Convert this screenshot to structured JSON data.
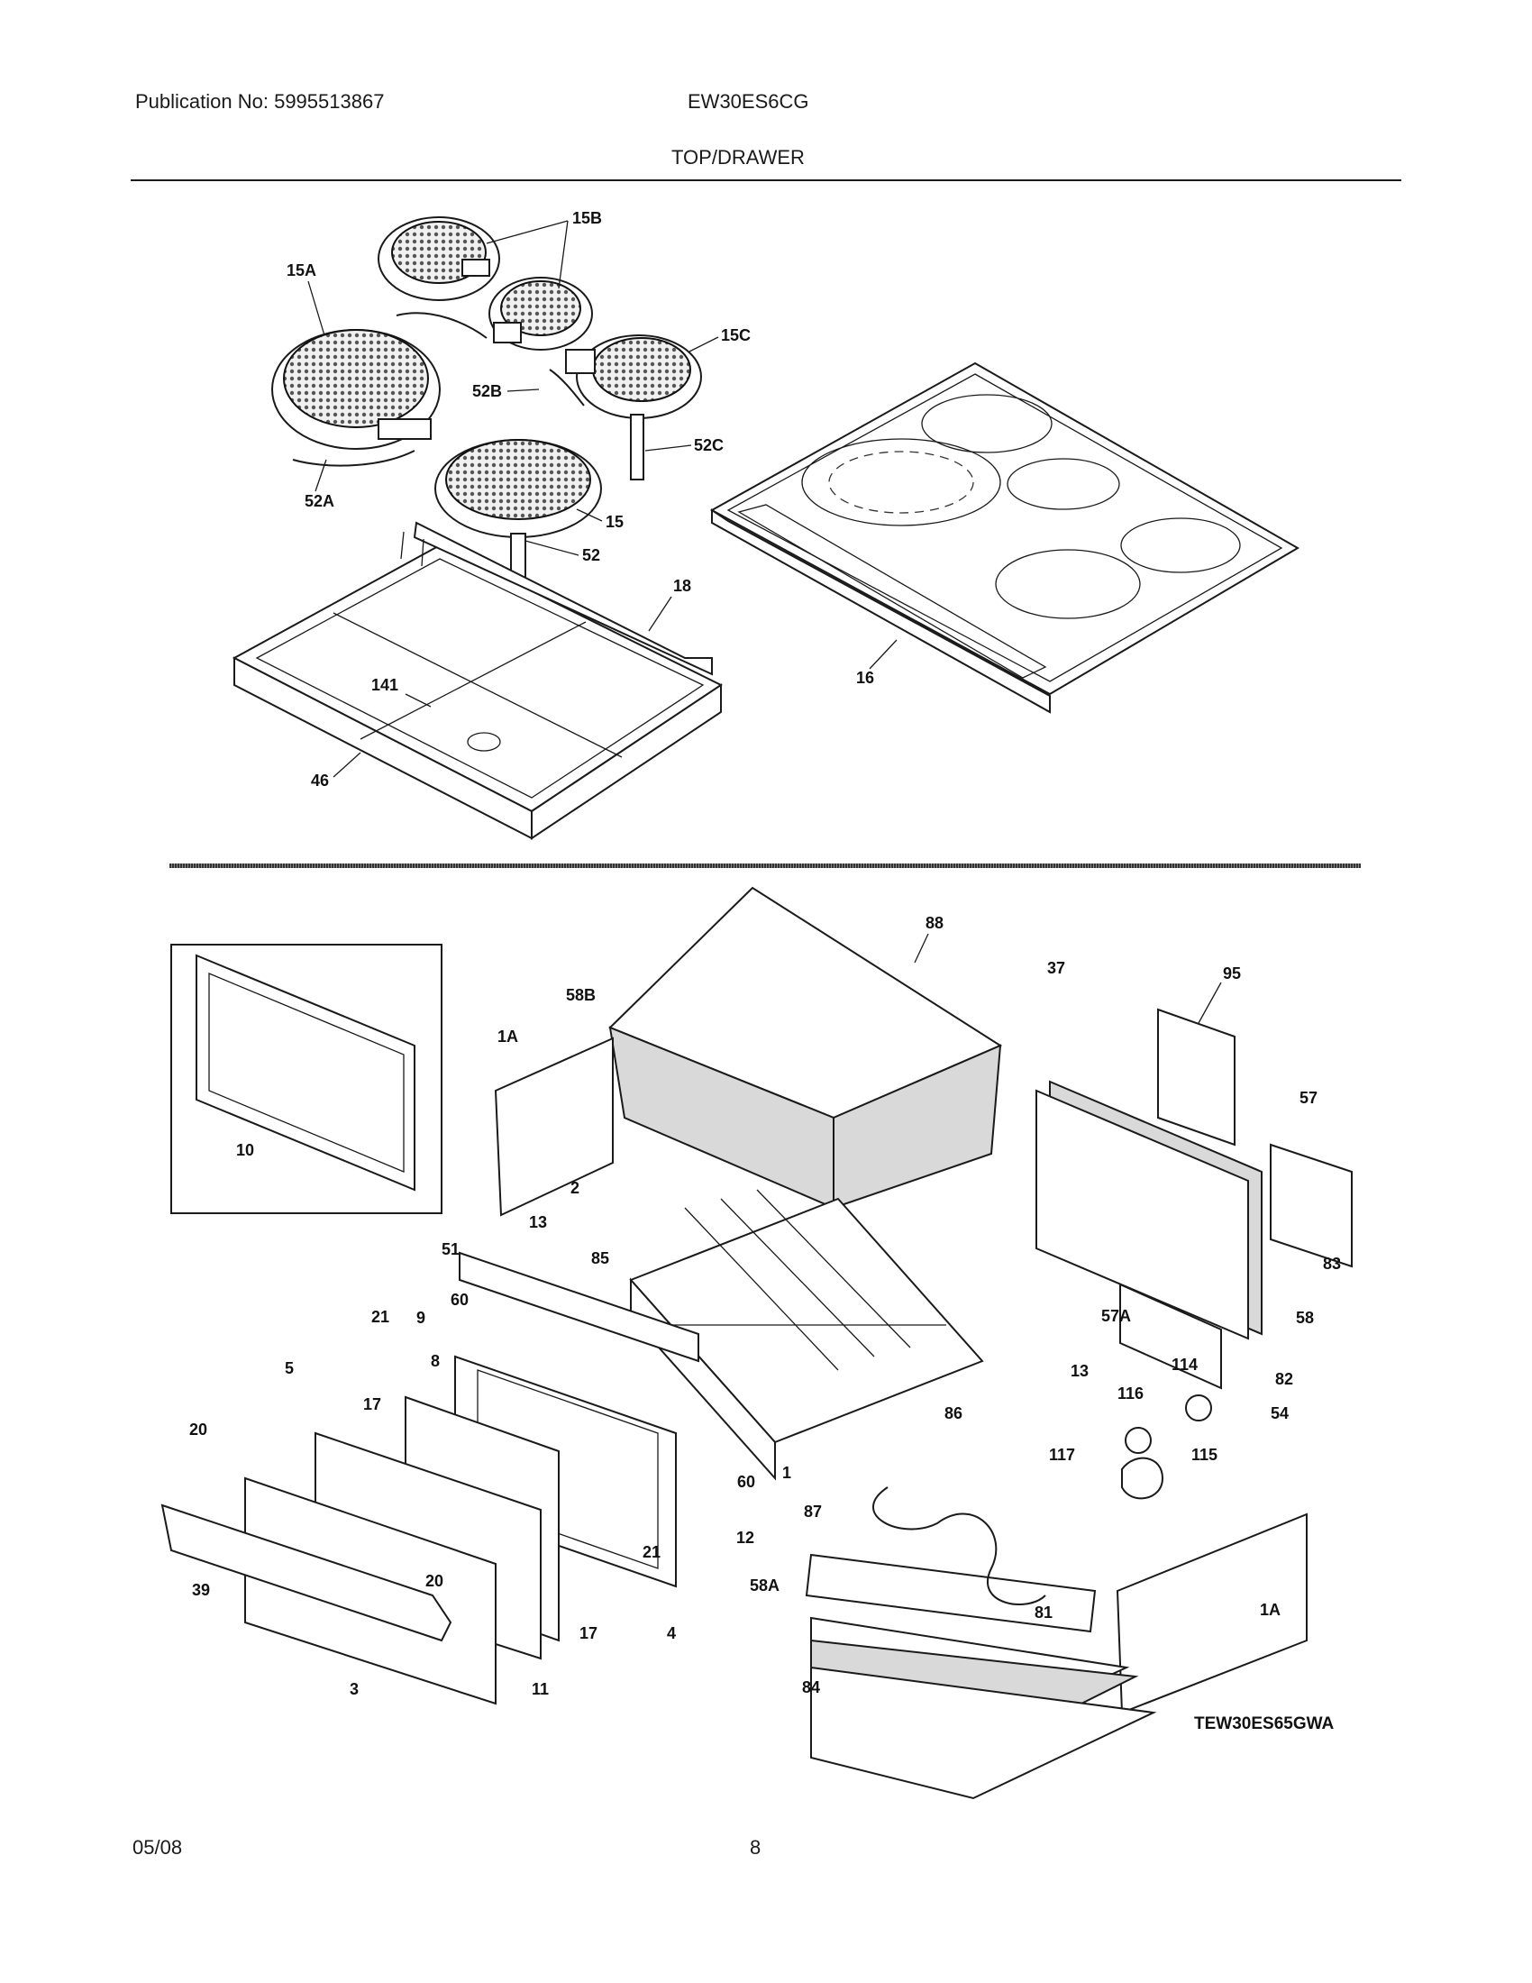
{
  "header": {
    "publication": "Publication No: 5995513867",
    "model": "EW30ES6CG",
    "section_title": "TOP/DRAWER"
  },
  "top_callouts": [
    "15B",
    "15A",
    "15C",
    "52B",
    "52C",
    "52A",
    "15",
    "52",
    "18",
    "16",
    "141",
    "46"
  ],
  "drawer_callouts": [
    "88",
    "37",
    "95",
    "58B",
    "1A",
    "57",
    "10",
    "2",
    "13",
    "85",
    "83",
    "51",
    "60",
    "58",
    "57A",
    "21",
    "9",
    "8",
    "82",
    "114",
    "5",
    "13",
    "116",
    "54",
    "17",
    "86",
    "20",
    "117",
    "115",
    "60",
    "1",
    "87",
    "12",
    "21",
    "39",
    "20",
    "58A",
    "81",
    "1A",
    "17",
    "4",
    "3",
    "11",
    "84"
  ],
  "diagram_code": "TEW30ES65GWA",
  "footer": {
    "date": "05/08",
    "page": "8"
  }
}
